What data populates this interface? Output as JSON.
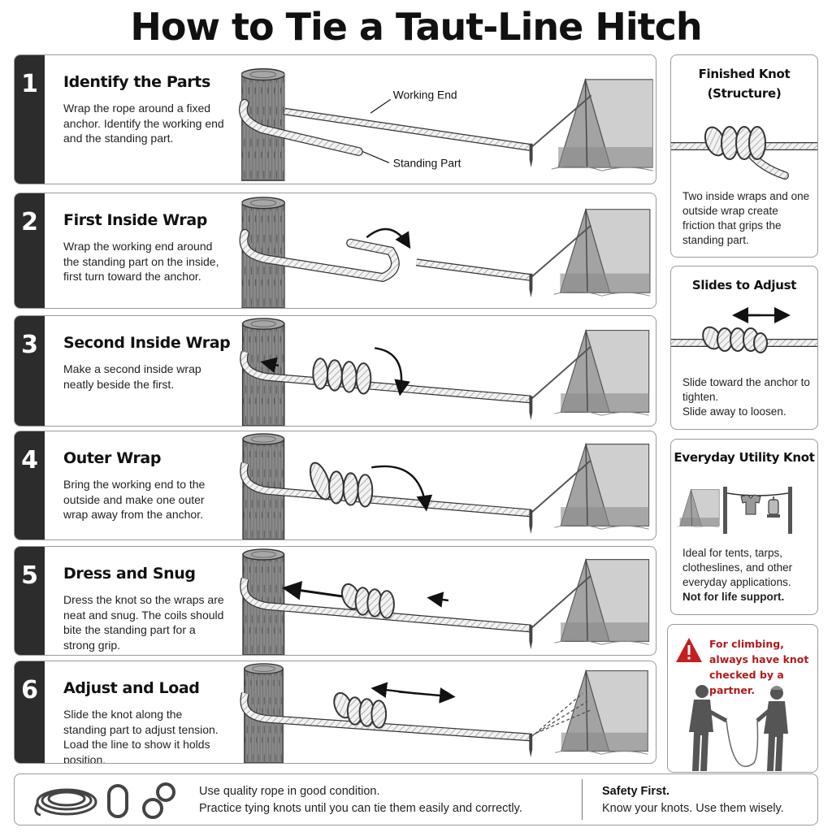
{
  "title": "How to Tie a Taut-Line Hitch",
  "steps": [
    {
      "number": "1",
      "title": "Identify the Parts",
      "description": "Wrap the rope around a fixed anchor. Identify the working end and the standing part.",
      "labels": {
        "working_end": "Working End",
        "standing_part": "Standing Part"
      }
    },
    {
      "number": "2",
      "title": "First Inside Wrap",
      "description": "Wrap the working end around the standing part on the inside, first turn toward the anchor."
    },
    {
      "number": "3",
      "title": "Second Inside Wrap",
      "description": "Make a second inside wrap neatly beside the first."
    },
    {
      "number": "4",
      "title": "Outer Wrap",
      "description": "Bring the working end to the outside and make one outer wrap away from the anchor."
    },
    {
      "number": "5",
      "title": "Dress and Snug",
      "description": "Dress the knot so the wraps are neat and snug. The coils should bite the standing part for a strong grip."
    },
    {
      "number": "6",
      "title": "Adjust and Load",
      "description": "Slide the knot along the standing part to adjust tension. Load the line to show it holds position."
    }
  ],
  "side": {
    "finished": {
      "heading_line1": "Finished Knot",
      "heading_line2": "(Structure)",
      "text": "Two inside wraps and one outside wrap create friction that grips the standing part."
    },
    "slides": {
      "heading": "Slides to Adjust",
      "text_line1": "Slide toward the anchor to tighten.",
      "text_line2": "Slide away to loosen."
    },
    "utility": {
      "heading": "Everyday Utility Knot",
      "text": "Ideal for tents, tarps, clotheslines, and other everyday applications.",
      "bold": "Not for life support."
    },
    "warning": {
      "text": "For climbing, always have knot checked by a partner.",
      "icon": "warning-triangle-icon"
    }
  },
  "footer": {
    "tip1": "Use quality rope in good condition.",
    "tip2": "Practice tying knots until you can tie them easily and correctly.",
    "safety_title": "Safety First.",
    "safety_text": "Know your knots. Use them wisely."
  },
  "colors": {
    "panel_number_bg": "#2c2c2c",
    "warning_red": "#b11a1a",
    "border": "#9a9a9a"
  }
}
